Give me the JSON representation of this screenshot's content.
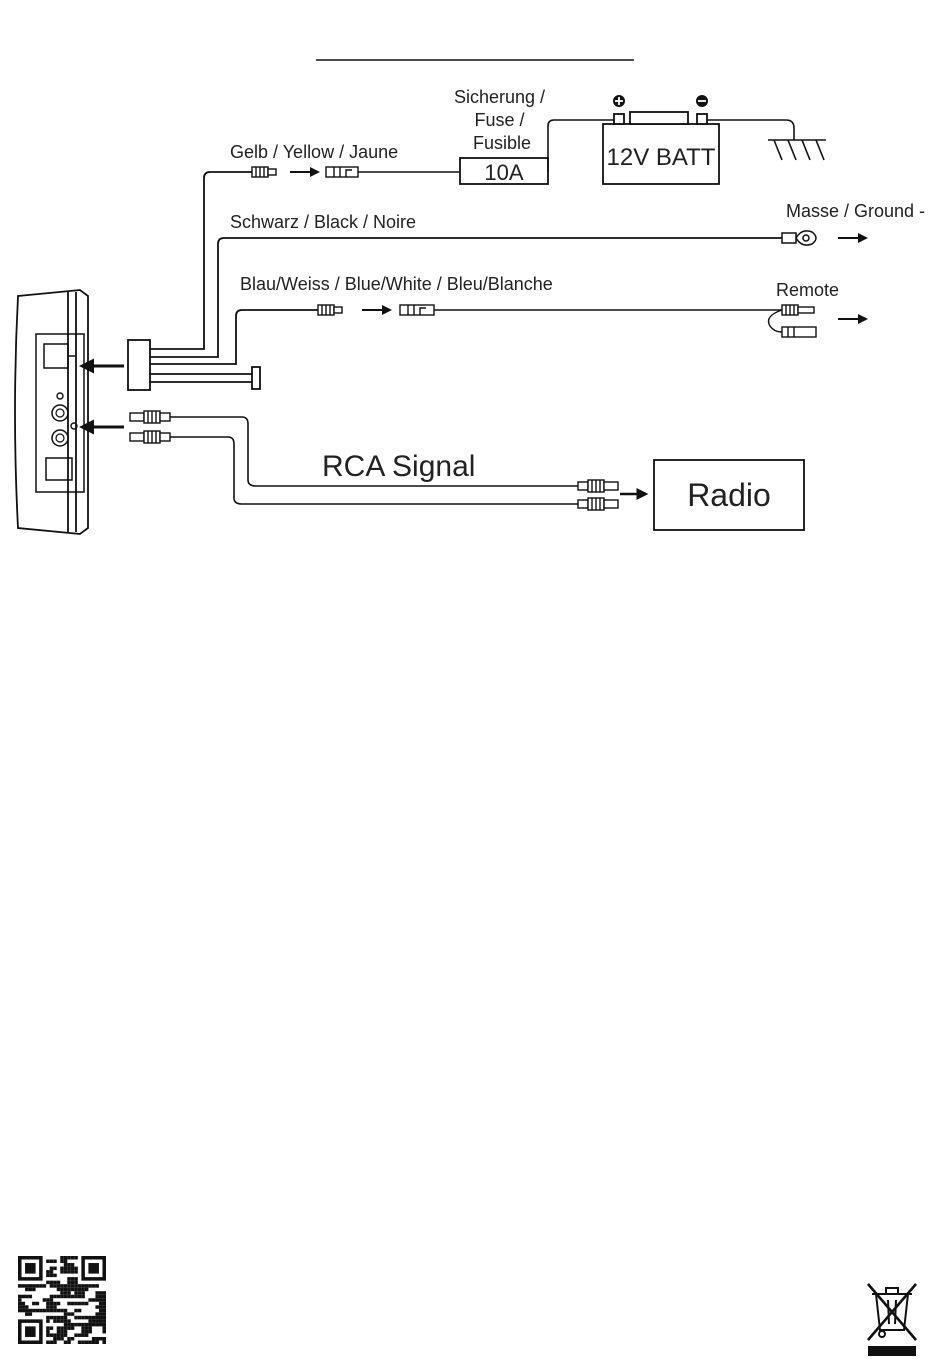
{
  "diagram": {
    "labels": {
      "fuse_label": "Sicherung /\nFuse /\nFusible",
      "fuse_rating": "10A",
      "battery": "12V BATT",
      "battery_plus": "+",
      "battery_minus": "−",
      "yellow_wire": "Gelb / Yellow / Jaune",
      "black_wire": "Schwarz / Black / Noire",
      "ground": "Masse / Ground -",
      "blue_white_wire": "Blau/Weiss / Blue/White / Bleu/Blanche",
      "remote": "Remote",
      "rca_signal": "RCA Signal",
      "radio": "Radio"
    }
  },
  "footer": {
    "qr_icon": "qr-code-icon",
    "weee_icon": "weee-crossed-bin-icon"
  },
  "colors": {
    "line": "#111111",
    "text": "#222222"
  }
}
